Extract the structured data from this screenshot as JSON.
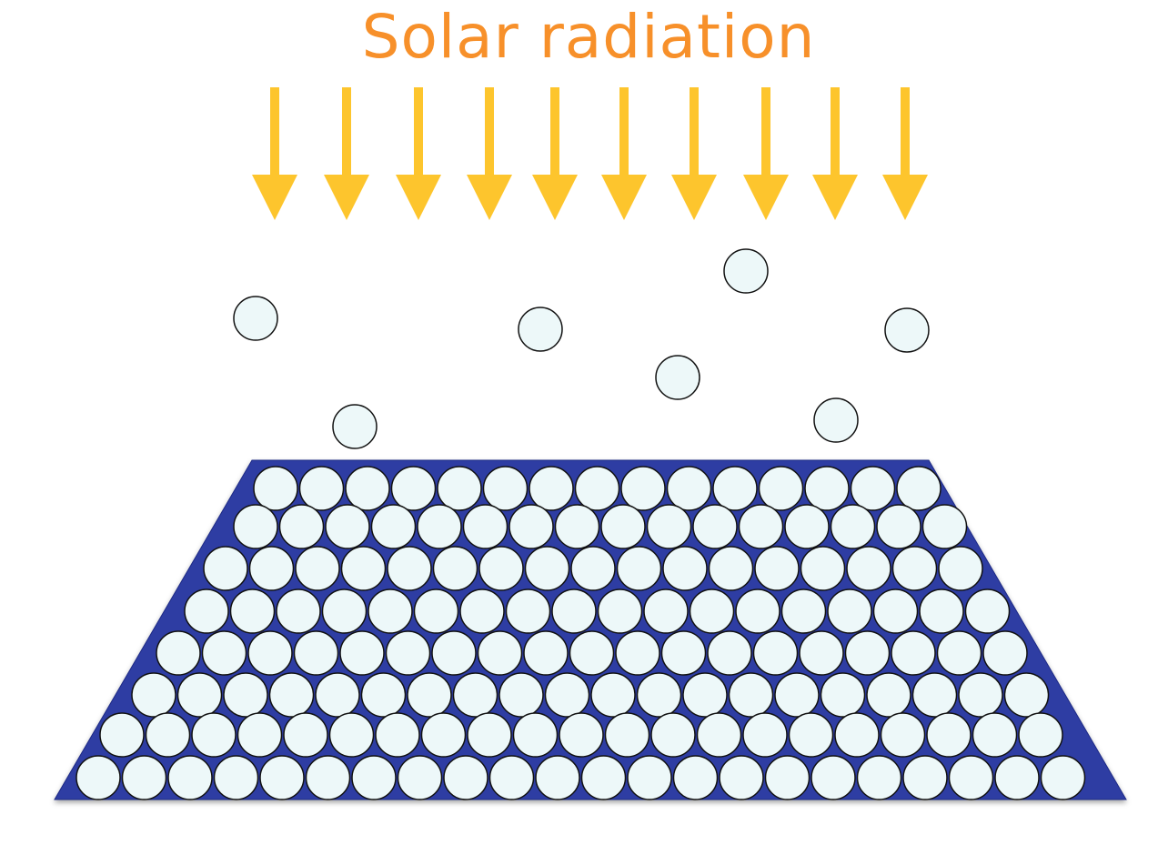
{
  "title": "Solar radiation",
  "colors": {
    "title": "#f7902a",
    "arrow": "#fdc52d",
    "trapezoid": "#2f3da3",
    "trapezoid_edge": "#1f2a85",
    "particle_fill": "#edf8f9",
    "particle_stroke": "#111111"
  },
  "icons": {
    "arrow": "down-arrow-icon",
    "particle": "circle-particle-icon"
  },
  "counts": {
    "arrows": 10,
    "free_particles": 7,
    "packed_rows": 8
  }
}
